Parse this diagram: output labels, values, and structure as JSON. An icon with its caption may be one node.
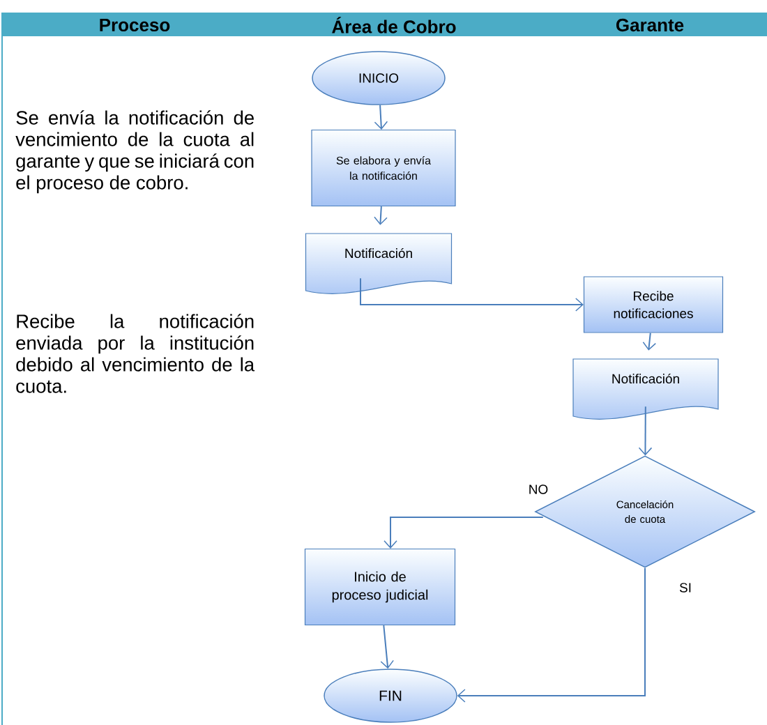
{
  "diagram": {
    "nodes": [
      {
        "text": [
          "INICIO"
        ]
      },
      {
        "text": [
          "Se elabora y envía la notificación"
        ]
      },
      {
        "text": [
          "Notificación"
        ]
      },
      {
        "text": [
          "Recibe notificaciones"
        ]
      },
      {
        "text": [
          "Notificación"
        ]
      },
      {
        "text": [
          "Cancelación de cuota"
        ]
      },
      {
        "text": [
          "Inicio de proceso judicial"
        ]
      },
      {
        "text": [
          "FIN"
        ]
      }
    ],
    "edges": [
      {
        "from": 0,
        "to": 1,
        "arrow": "to"
      },
      {
        "from": 1,
        "to": 2,
        "arrow": "to"
      },
      {
        "from": 2,
        "to": 3,
        "arrow": "to"
      },
      {
        "from": 3,
        "to": 4,
        "arrow": "to"
      },
      {
        "from": 4,
        "to": 5,
        "arrow": "to"
      },
      {
        "from": 5,
        "to": 6,
        "arrow": "to",
        "label": "NO"
      },
      {
        "from": 5,
        "to": 7,
        "arrow": "to",
        "label": "SI"
      },
      {
        "from": 6,
        "to": 7,
        "arrow": "to"
      }
    ],
    "labels": [
      "Proceso",
      "Área de Cobro",
      "Garante",
      "Se envía la notificación de vencimiento de la cuota al garante y que se iniciará con el proceso de cobro.",
      "Recibe la notificación enviada por la institución debido al vencimiento de la cuota."
    ]
  }
}
